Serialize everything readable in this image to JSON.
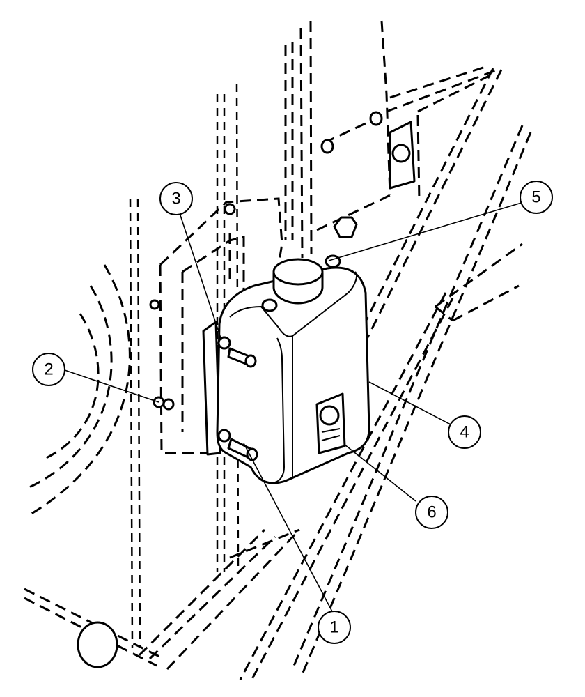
{
  "callouts": [
    {
      "number": "1",
      "part": "bolt"
    },
    {
      "number": "2",
      "part": "nut"
    },
    {
      "number": "3",
      "part": "bracket-fastener"
    },
    {
      "number": "4",
      "part": "reservoir"
    },
    {
      "number": "5",
      "part": "hose-connection"
    },
    {
      "number": "6",
      "part": "pump"
    }
  ]
}
